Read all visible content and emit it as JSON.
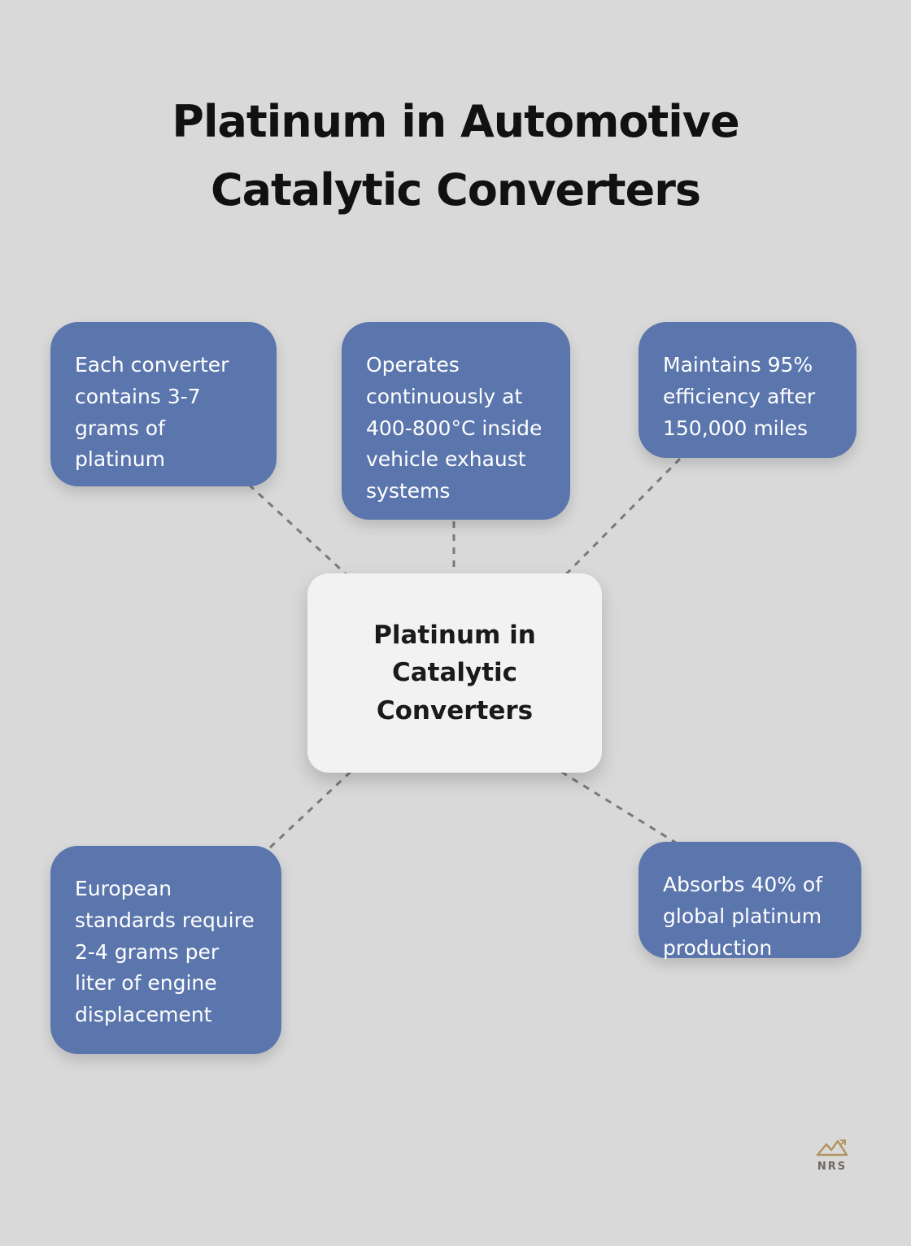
{
  "title": "Platinum in Automotive Catalytic Converters",
  "center": {
    "label": "Platinum in Catalytic Converters"
  },
  "nodes": [
    {
      "id": "each-converter",
      "text": "Each converter contains 3-7 grams of platinum"
    },
    {
      "id": "operates",
      "text": "Operates continuously at 400-800°C inside vehicle exhaust systems"
    },
    {
      "id": "maintains",
      "text": "Maintains 95% efficiency after 150,000 miles"
    },
    {
      "id": "european-standards",
      "text": "European standards require 2-4 grams per liter of engine displacement"
    },
    {
      "id": "absorbs",
      "text": "Absorbs 40% of global platinum production"
    }
  ],
  "logo": {
    "text": "NRS"
  },
  "colors": {
    "background": "#d9d9d9",
    "node_fill": "#5b76ad",
    "node_text": "#ffffff",
    "center_fill": "#f2f2f2",
    "center_text": "#1a1a1a",
    "connector": "#7a7a7a",
    "logo_gold": "#b3945f"
  }
}
